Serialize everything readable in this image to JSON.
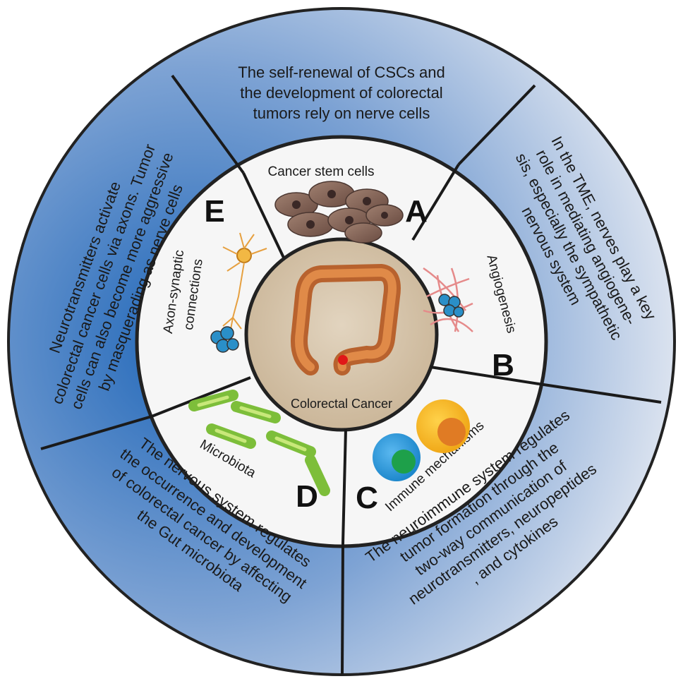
{
  "center": {
    "label": "Colorectal Cancer"
  },
  "segments": {
    "A": {
      "letter": "A",
      "inner_label": "Cancer stem cells",
      "outer_text": [
        "The self-renewal of CSCs and",
        "the development of colorectal",
        "tumors rely on nerve cells"
      ]
    },
    "B": {
      "letter": "B",
      "inner_label": "Angiogenesis",
      "outer_text": [
        "In the TME, nerves play a key",
        "role in mediating angiogene-",
        "sis, especially the sympathetic",
        "nervous system"
      ]
    },
    "C": {
      "letter": "C",
      "inner_label": "Immune mechanisms",
      "outer_text": [
        "The neuroimmune system regulates",
        "tumor formation through the",
        "two-way communication of",
        "neurotransmitters, neuropeptides",
        ", and cytokines"
      ]
    },
    "D": {
      "letter": "D",
      "inner_label": "Microbiota",
      "outer_text": [
        "The nervous system regulates",
        "the occurrence and development",
        "of colorectal cancer by affecting",
        "the Gut microbiota"
      ]
    },
    "E": {
      "letter": "E",
      "inner_label": [
        "Axon-synaptic",
        "connections"
      ],
      "outer_text": [
        "Neurotransmitters activate",
        "colorectal cancer cells via axons. Tumor",
        "cells can also become more aggressive",
        "by masquerading as nerve cells"
      ]
    }
  },
  "colors": {
    "outer_ring_dark": "#2f74c0",
    "outer_ring_light": "#e8ecf4",
    "inner_ring": "#f7f7f7",
    "center_fill": "#d8c8b0",
    "divider": "#1a1a1a"
  }
}
